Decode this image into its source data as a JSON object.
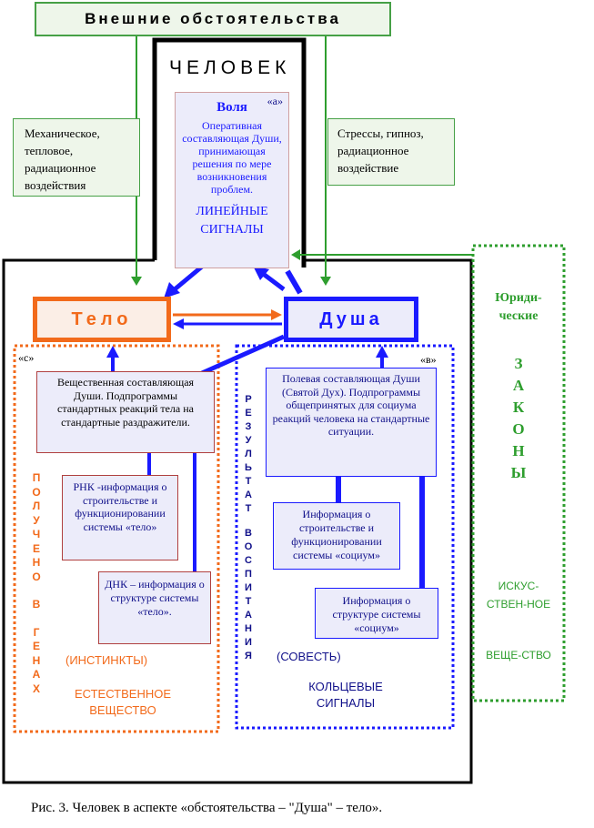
{
  "top_box": {
    "title": "Внешние обстоятельства"
  },
  "person": {
    "title": "ЧЕЛОВЕК"
  },
  "will": {
    "marker": "«а»",
    "title": "Воля",
    "desc": "Оперативная составляющая Души, принимающая решения по мере возникновения проблем.",
    "signals": "ЛИНЕЙНЫЕ СИГНАЛЫ"
  },
  "left_influence": "Механическое, тепловое, радиационное воздействия",
  "right_influence": "Стрессы, гипноз, радиационное воздействие",
  "body": {
    "title": "Тело"
  },
  "soul": {
    "title": "Душа"
  },
  "law": {
    "title": "Юриди-ческие",
    "vertical": [
      "З",
      "А",
      "К",
      "О",
      "Н",
      "Ы"
    ],
    "artificial": "ИСКУС-СТВЕН-НОЕ",
    "substance": "ВЕЩЕ-СТВО"
  },
  "genes": {
    "marker": "«с»",
    "vertical": [
      "П",
      "О",
      "Л",
      "У",
      "Ч",
      "Е",
      "Н",
      "О",
      "",
      "В",
      "",
      "Г",
      "Е",
      "Н",
      "А",
      "Х"
    ],
    "material": "Вещественная составляющая Души. Подпрограммы стандартных реакций тела на стандартные раздражители.",
    "rna": "РНК -информация о строительстве и функционировании системы «тело»",
    "dna": "ДНК – информация о структуре системы «тело».",
    "instincts": "(ИНСТИНКТЫ)",
    "natural": "ЕСТЕСТВЕННОЕ ВЕЩЕСТВО"
  },
  "upbringing": {
    "marker": "«в»",
    "vertical": [
      "Р",
      "Е",
      "З",
      "У",
      "Л",
      "Ь",
      "Т",
      "А",
      "Т",
      "",
      "В",
      "О",
      "С",
      "П",
      "И",
      "Т",
      "А",
      "Н",
      "И",
      "Я"
    ],
    "field": "Полевая составляющая Души (Святой Дух). Подпрограммы общепринятых для социума реакций человека на стандартные ситуации.",
    "society_build": "Информация о строительстве и функционировании системы «социум»",
    "society_struct": "Информация о структуре системы «социум»",
    "conscience": "(СОВЕСТЬ)",
    "ring": "КОЛЬЦЕВЫЕ СИГНАЛЫ"
  },
  "caption": "Рис. 3. Человек в аспекте «обстоятельства – \"Душа\" – тело».",
  "colors": {
    "green": "#2e9e2e",
    "blue": "#1a1aff",
    "orange": "#f26a1b",
    "navy": "#10108a"
  }
}
